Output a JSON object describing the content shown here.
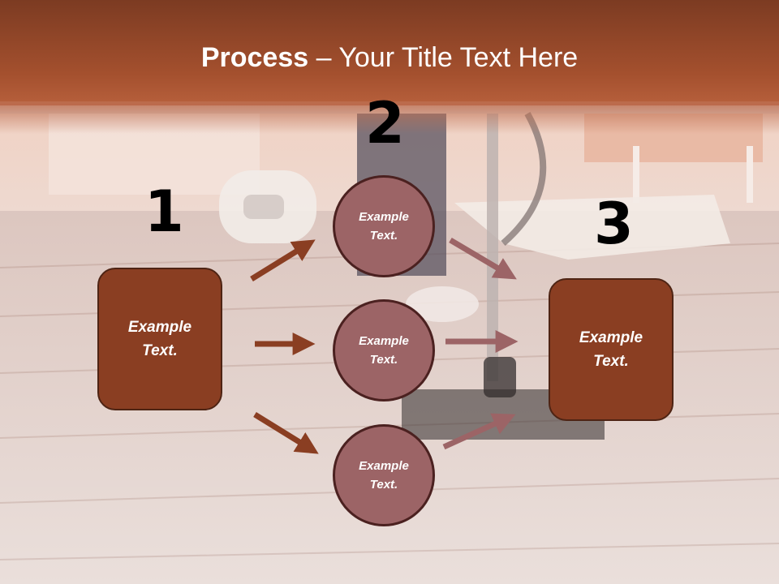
{
  "slide": {
    "title_bold": "Process",
    "title_rest": " – Your Title Text Here"
  },
  "steps": {
    "step1_number": "1",
    "step2_number": "2",
    "step3_number": "3"
  },
  "nodes": {
    "left_box": "Example Text.",
    "circle_top": "Example Text.",
    "circle_middle": "Example Text.",
    "circle_bottom": "Example Text.",
    "right_box": "Example Text."
  },
  "colors": {
    "header": "#a4502e",
    "box_fill": "#8a3e22",
    "circle_fill": "#9c6466",
    "arrow_left": "#8a3e22",
    "arrow_right": "#9c6466"
  }
}
